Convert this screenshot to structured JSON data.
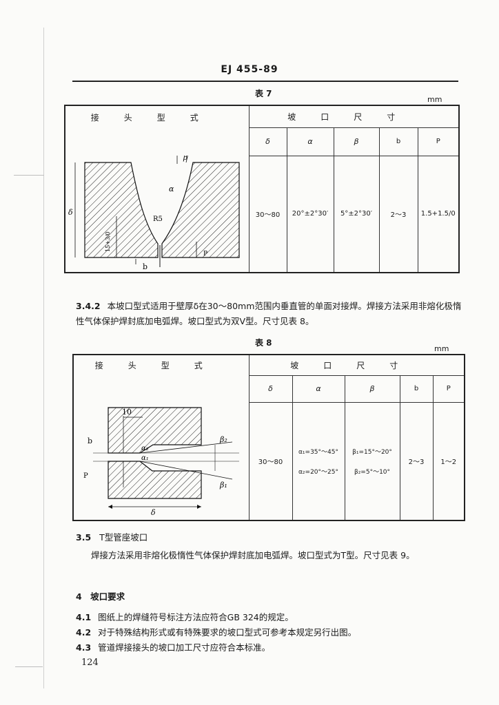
{
  "header": {
    "code": "EJ 455-89"
  },
  "table7": {
    "caption": "表 7",
    "unit": "mm",
    "col_joint": "接头型式",
    "col_groove": "坡口尺寸",
    "sub_headers": [
      "δ",
      "α",
      "β",
      "b",
      "P"
    ],
    "values": [
      "30～80",
      "20°±2°30′",
      "5°±2°30′",
      "2～3",
      "1.5+1.5/0"
    ],
    "diagram_labels": {
      "beta": "β",
      "alpha": "α",
      "delta": "δ",
      "r": "R5",
      "dim": "15+3/0",
      "b": "b",
      "p": "P"
    }
  },
  "section_342": {
    "num": "3.4.2",
    "text": "本坡口型式适用于壁厚δ在30～80mm范围内垂直管的单面对接焊。焊接方法采用非熔化极惰性气体保护焊封底加电弧焊。坡口型式为双V型。尺寸见表 8。"
  },
  "table8": {
    "caption": "表 8",
    "unit": "mm",
    "col_joint": "接头型式",
    "col_groove": "坡口尺寸",
    "sub_headers": [
      "δ",
      "α",
      "β",
      "b",
      "P"
    ],
    "delta": "30～80",
    "alpha_1": "α₁=35°～45°",
    "alpha_2": "α₂=20°～25°",
    "beta_1": "β₁=15°～20°",
    "beta_2": "β₂=5°～10°",
    "b": "2～3",
    "p": "1～2",
    "diagram_labels": {
      "ten": "10",
      "b": "b",
      "p": "P",
      "a2": "α₂",
      "a1": "α₁",
      "b2": "β₂",
      "b1": "β₁",
      "delta": "δ"
    }
  },
  "section_35": {
    "num": "3.5",
    "title": "T型管座坡口",
    "text": "焊接方法采用非熔化极惰性气体保护焊封底加电弧焊。坡口型式为T型。尺寸见表 9。"
  },
  "section_4": {
    "num": "4",
    "title": "坡口要求"
  },
  "items": [
    {
      "num": "4.1",
      "text": "图纸上的焊缝符号标注方法应符合GB 324的规定。"
    },
    {
      "num": "4.2",
      "text": "对于特殊结构形式或有特殊要求的坡口型式可参考本规定另行出图。"
    },
    {
      "num": "4.3",
      "text": "管道焊接接头的坡口加工尺寸应符合本标准。"
    }
  ],
  "page_number": "124"
}
